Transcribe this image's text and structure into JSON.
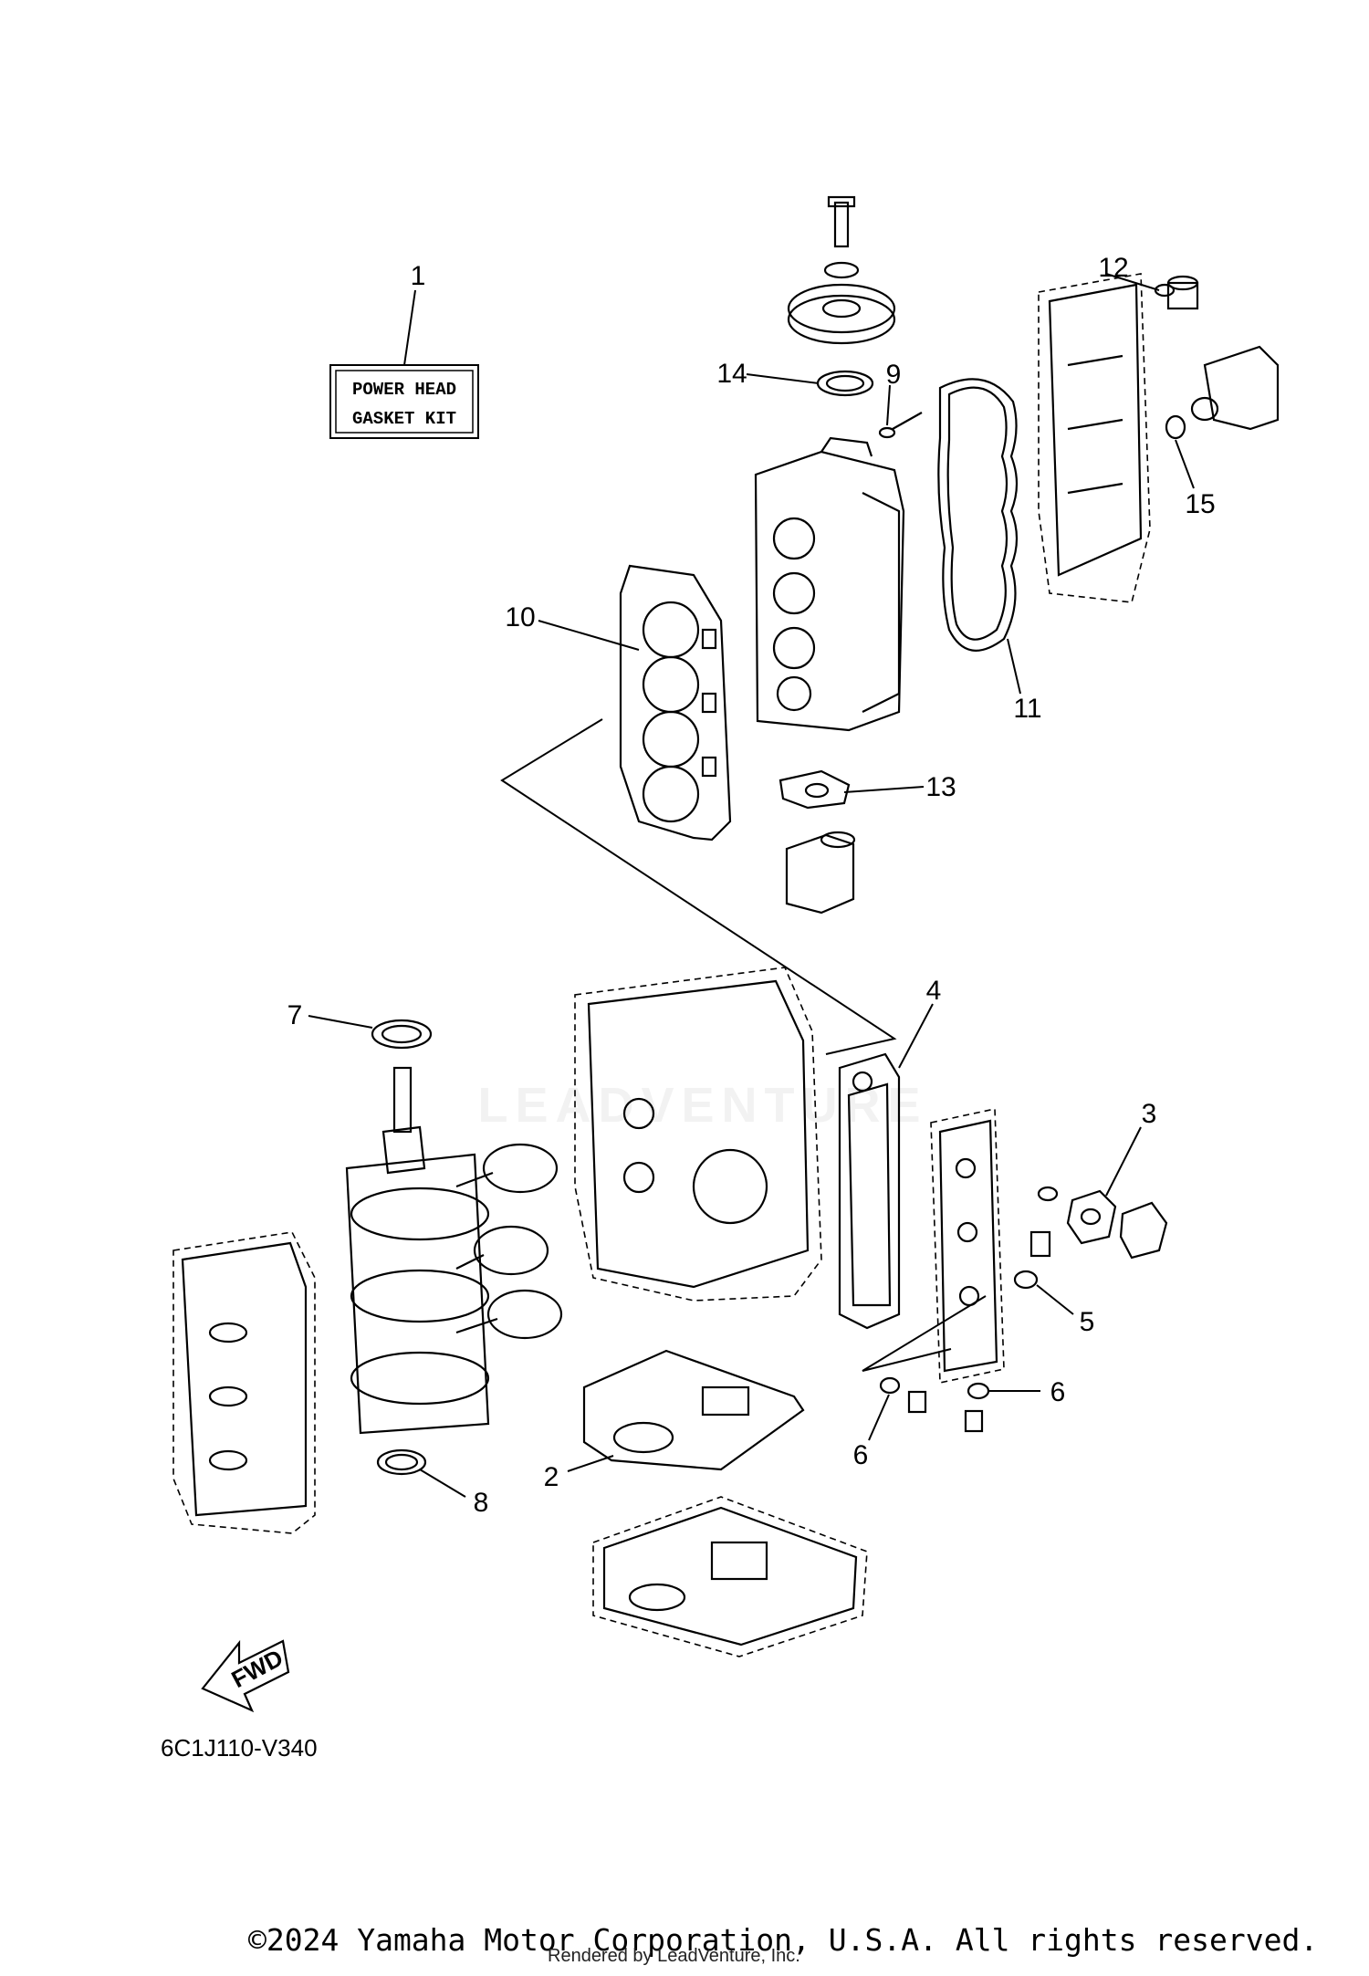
{
  "diagram": {
    "kit_label": {
      "line1": "POWER HEAD",
      "line2": "GASKET KIT"
    },
    "callouts": [
      "1",
      "2",
      "3",
      "4",
      "5",
      "6",
      "6",
      "7",
      "8",
      "9",
      "10",
      "11",
      "12",
      "13",
      "14",
      "15"
    ],
    "fwd_label": "FWD",
    "diagram_code": "6C1J110-V340",
    "watermark": "LEADVENTURE"
  },
  "footer": {
    "copyright": "©2024 Yamaha Motor Corporation, U.S.A. All rights reserved.",
    "rendered_by": "Rendered by LeadVenture, Inc."
  }
}
